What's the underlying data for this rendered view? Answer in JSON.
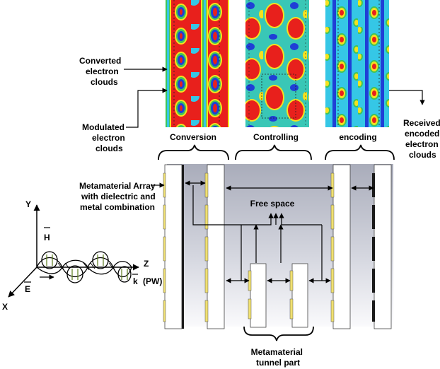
{
  "labels": {
    "converted": [
      "Converted",
      "electron",
      "clouds"
    ],
    "modulated": [
      "Modulated",
      "electron",
      "clouds"
    ],
    "received": [
      "Received",
      "encoded",
      "electron",
      "clouds"
    ],
    "metamaterial_array": [
      "Metamaterial Array",
      "with dielectric and",
      "metal combination"
    ],
    "free_space": "Free space",
    "tunnel": [
      "Metamaterial",
      "tunnel part"
    ]
  },
  "stages": [
    "Conversion",
    "Controlling",
    "encoding"
  ],
  "axes": {
    "y": "Y",
    "h": "H",
    "z": "Z",
    "k": "k",
    "pw": "(PW)",
    "e": "E",
    "x": "X"
  },
  "colors": {
    "field_red": "#e8201c",
    "field_yellow": "#f5e11e",
    "field_green": "#3fc45a",
    "field_cyan": "#35c7e6",
    "field_blue": "#1f3fd6",
    "panel_gray": "#b3b6c3",
    "metal_gold": "#f0e070",
    "metal_dark": "#1a1a1a"
  }
}
